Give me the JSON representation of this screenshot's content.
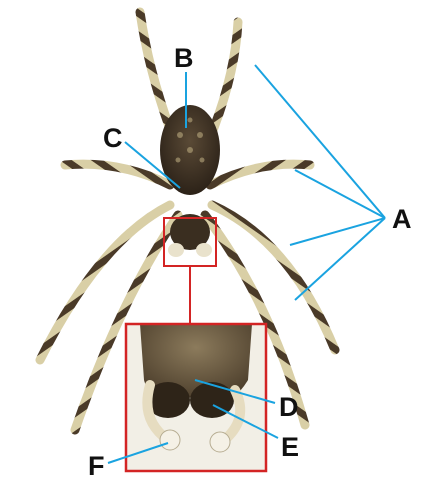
{
  "labels": {
    "a": "A",
    "b": "B",
    "c": "C",
    "d": "D",
    "e": "E",
    "f": "F"
  },
  "colors": {
    "background": "#ffffff",
    "pointer_lines": "#1aa3e0",
    "highlight_box": "#d32424",
    "leg_light": "#d9cfa6",
    "leg_dark": "#4a3a28"
  },
  "subject": "spider-illustration"
}
